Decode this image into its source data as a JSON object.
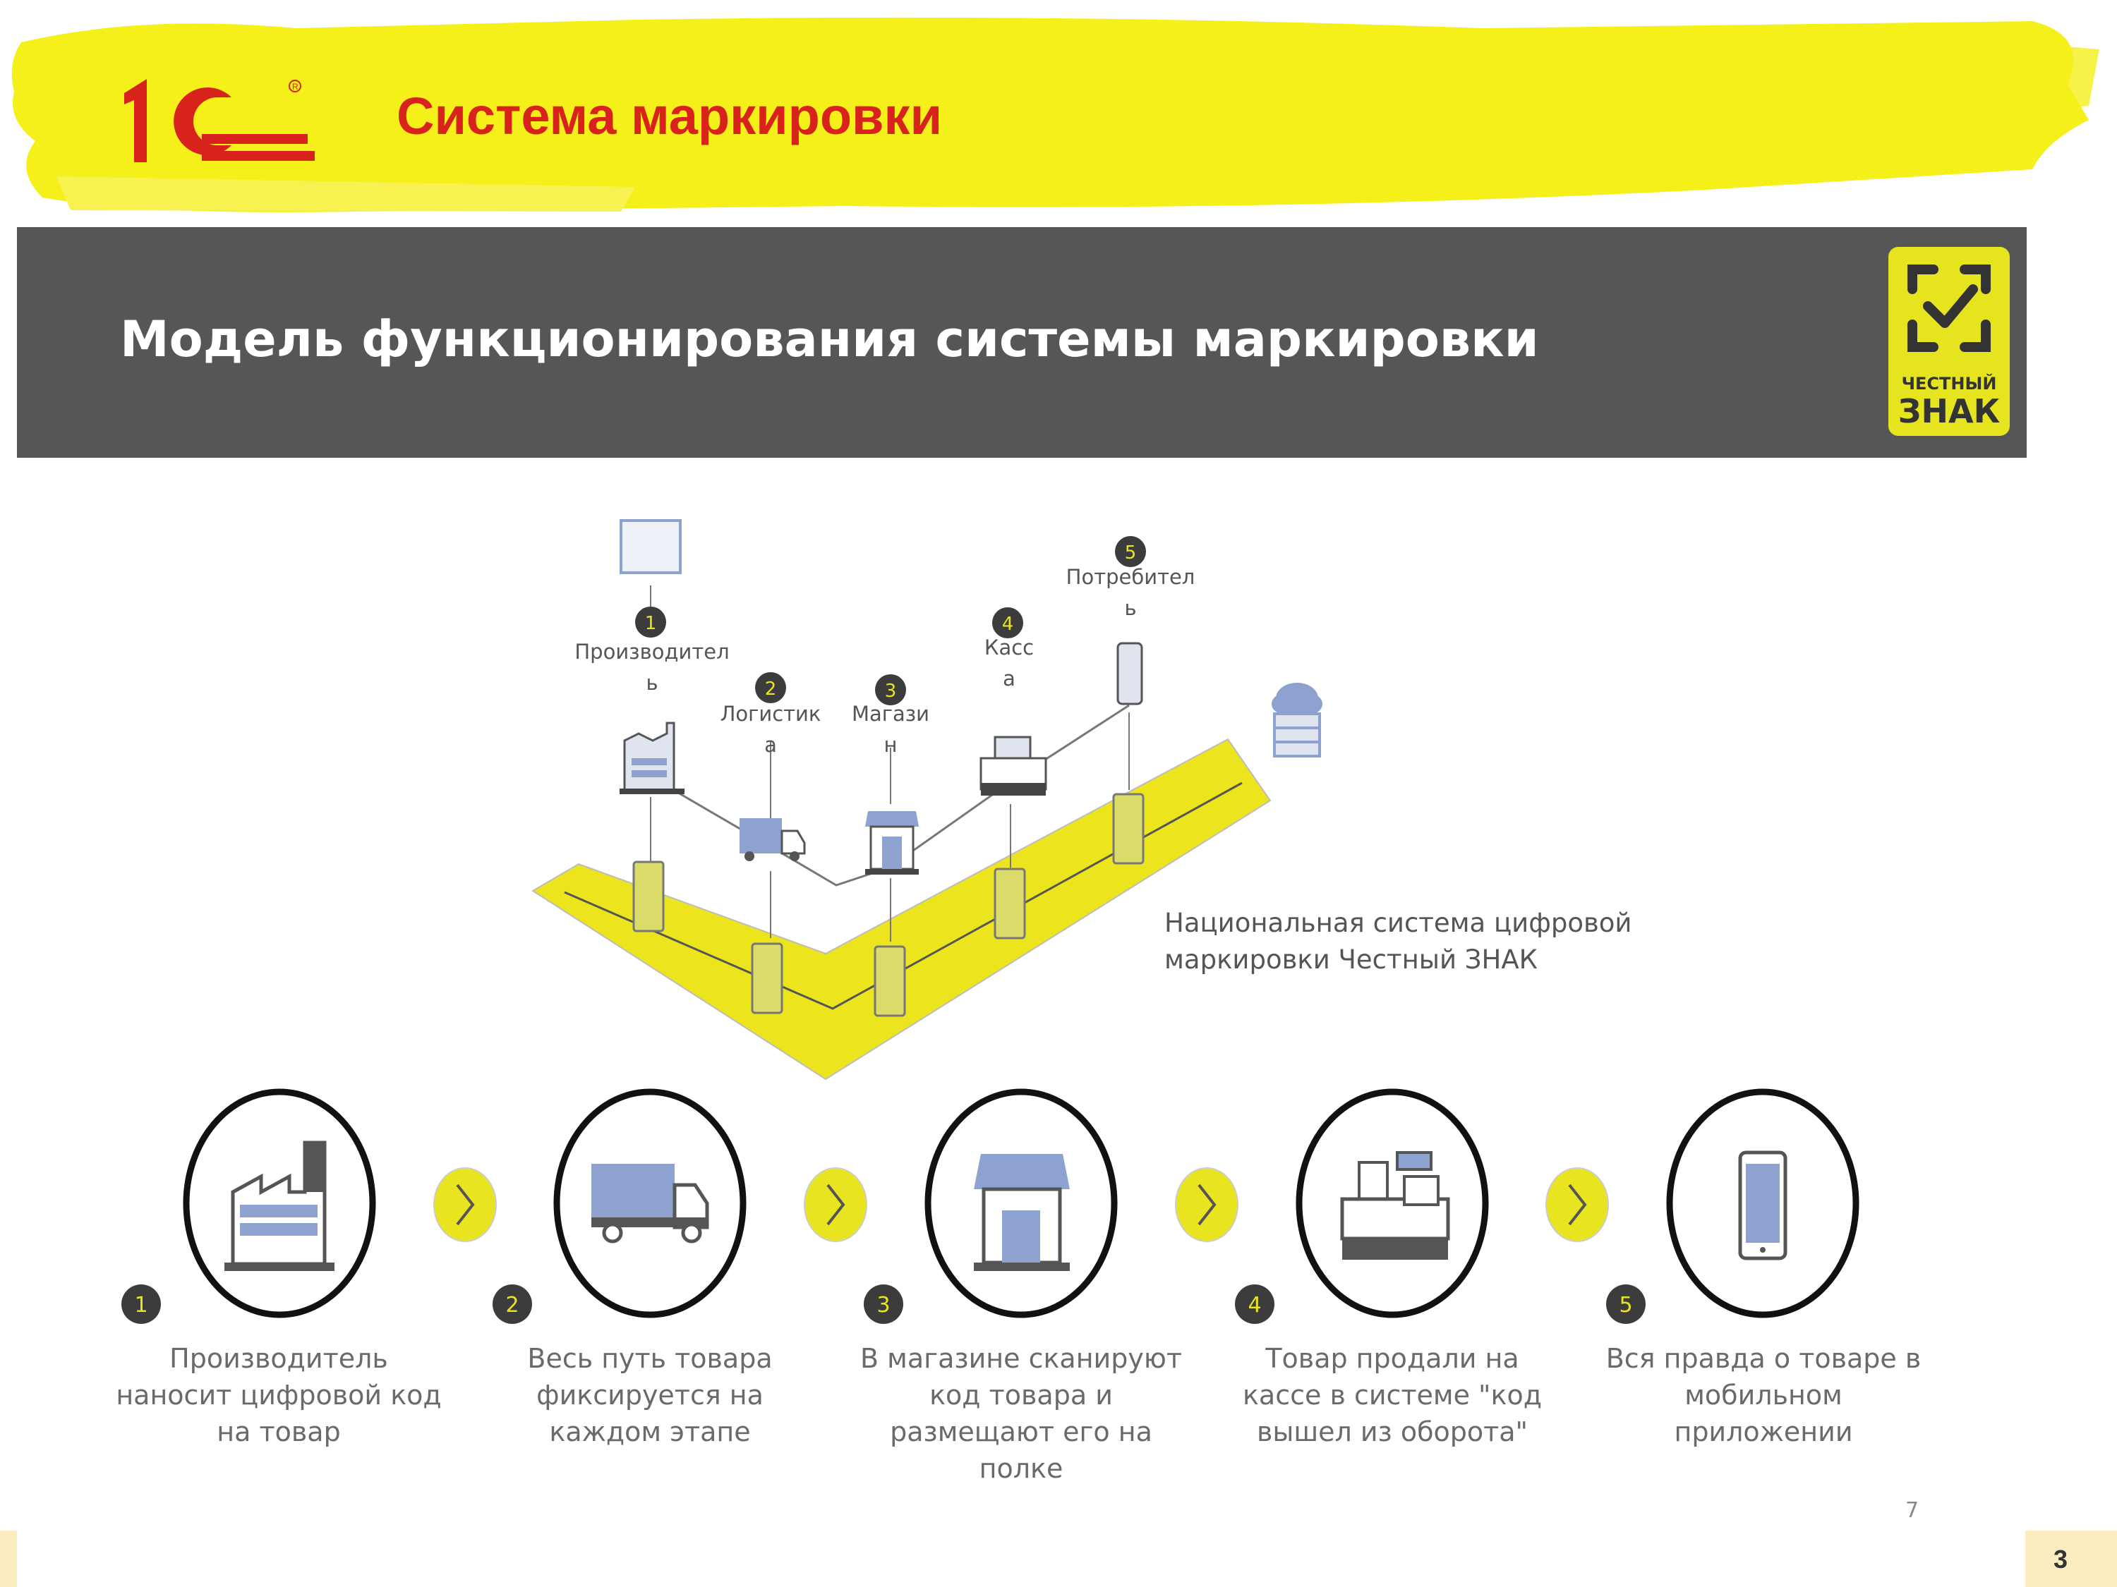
{
  "header": {
    "title": "Система маркировки",
    "logo_text": "1С"
  },
  "model": {
    "title": "Модель функционирования системы маркировки",
    "badge_line1": "ЧЕСТНЫЙ",
    "badge_line2": "ЗНАК"
  },
  "diagram": {
    "nodes": [
      {
        "num": "1",
        "label_line1": "Производител",
        "label_line2": "ь"
      },
      {
        "num": "2",
        "label_line1": "Логистик",
        "label_line2": "а"
      },
      {
        "num": "3",
        "label_line1": "Магази",
        "label_line2": "н"
      },
      {
        "num": "4",
        "label_line1": "Касс",
        "label_line2": "а"
      },
      {
        "num": "5",
        "label_line1": "Потребител",
        "label_line2": "ь"
      }
    ],
    "system_label_line1": "Национальная система цифровой",
    "system_label_line2": "маркировки Честный ЗНАК"
  },
  "steps": [
    {
      "num": "1",
      "icon": "factory-icon",
      "lines": [
        "Производитель",
        "наносит цифровой код",
        "на товар"
      ]
    },
    {
      "num": "2",
      "icon": "truck-icon",
      "lines": [
        "Весь путь товара",
        "фиксируется на",
        "каждом этапе"
      ]
    },
    {
      "num": "3",
      "icon": "store-icon",
      "lines": [
        "В магазине сканируют",
        "код товара и",
        "размещают его на",
        "полке"
      ]
    },
    {
      "num": "4",
      "icon": "cash-register-icon",
      "lines": [
        "Товар продали на",
        "кассе в системе \"код",
        "вышел из оборота\""
      ]
    },
    {
      "num": "5",
      "icon": "smartphone-icon",
      "lines": [
        "Вся правда о товаре в",
        "мобильном",
        "приложении"
      ]
    }
  ],
  "footer": {
    "inner_page": "7",
    "page_number": "3"
  },
  "colors": {
    "brand_red": "#d8231c",
    "highlight_yellow": "#f5ef1a",
    "dark_bar": "#565656",
    "icon_blue": "#8ea2cf"
  }
}
